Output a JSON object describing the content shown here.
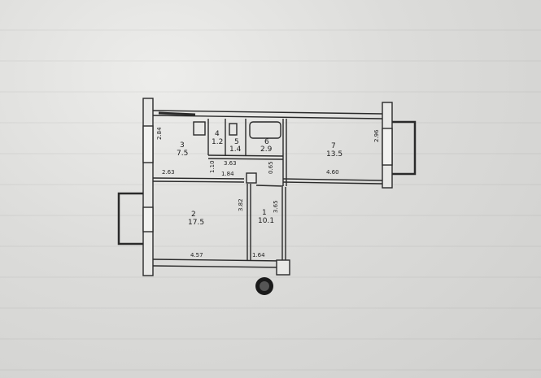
{
  "rooms": [
    {
      "number": "1",
      "area": "10.1"
    },
    {
      "number": "2",
      "area": "17.5"
    },
    {
      "number": "3",
      "area": "7.5"
    },
    {
      "number": "4",
      "area": "1.2"
    },
    {
      "number": "5",
      "area": "1.4"
    },
    {
      "number": "6",
      "area": "2.9"
    },
    {
      "number": "7",
      "area": "13.5"
    }
  ],
  "dimensions": {
    "d_2_84": "2.84",
    "d_2_63": "2.63",
    "d_1_84": "1.84",
    "d_3_63": "3.63",
    "d_1_10": "1.10",
    "d_2_96": "2.96",
    "d_4_60": "4.60",
    "d_0_65": "0.65",
    "d_3_82": "3.82",
    "d_3_65": "3.65",
    "d_4_57": "4.57",
    "d_1_64": "1.64"
  }
}
